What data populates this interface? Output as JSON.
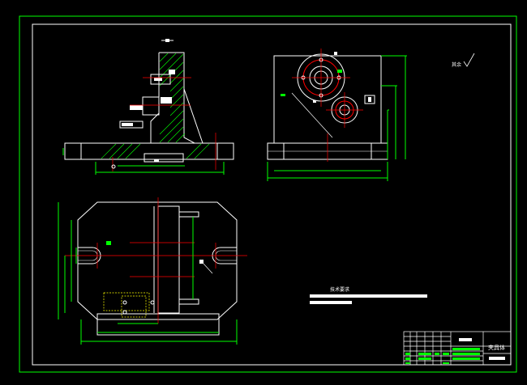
{
  "drawing": {
    "roughness_note": "其余",
    "tech_requirements_title": "技术要求",
    "titleblock_part_name": "夹具体"
  },
  "colors": {
    "background": "#000000",
    "frame": "#ffffff",
    "border": "#00ff00",
    "geometry": "#ffffff",
    "centerline": "#ff0000",
    "dimension": "#00ff00",
    "hatch": "#00ff00",
    "hidden": "#ffff00"
  }
}
